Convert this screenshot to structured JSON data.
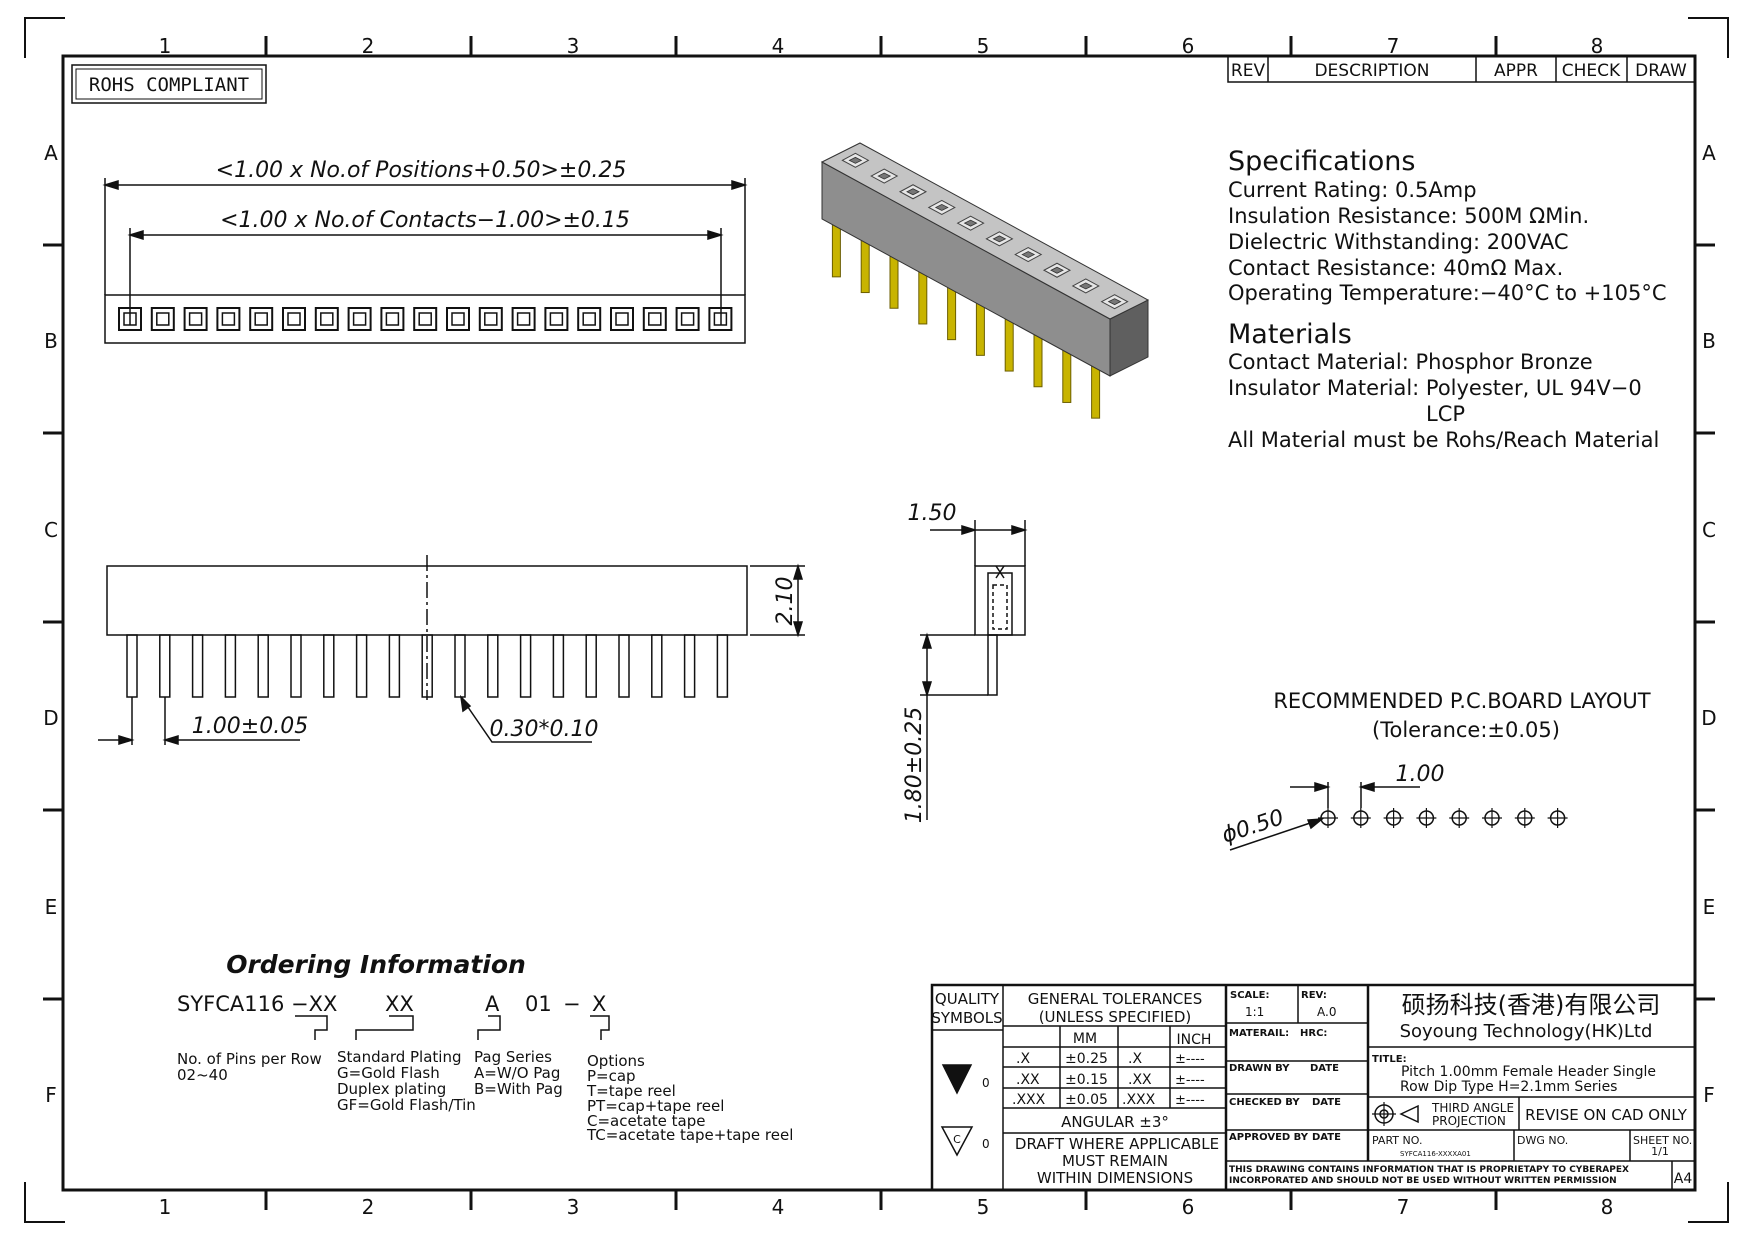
{
  "grid": {
    "columns": [
      "1",
      "2",
      "3",
      "4",
      "5",
      "6",
      "7",
      "8"
    ],
    "rows": [
      "A",
      "B",
      "C",
      "D",
      "E",
      "F"
    ]
  },
  "rohs": "ROHS COMPLIANT",
  "revision_table": {
    "rev": "REV",
    "description": "DESCRIPTION",
    "appr": "APPR",
    "check": "CHECK",
    "draw": "DRAW"
  },
  "dims": {
    "overall_length": "<1.00 x No.of Positions+0.50>±0.25",
    "contact_span": "<1.00 x No.of Contacts−1.00>±0.15",
    "pitch": "1.00±0.05",
    "pin_size": "0.30*0.10",
    "height": "2.10",
    "width": "1.50",
    "pin_length": "1.80±0.25",
    "pcb_pitch": "1.00",
    "hole_dia": "ϕ0.50"
  },
  "specs": {
    "title": "Specifications",
    "lines": [
      "Current Rating:   0.5Amp",
      "Insulation Resistance:   500M ΩMin.",
      "Dielectric Withstanding:   200VAC",
      "Contact Resistance:   40mΩ Max.",
      "Operating Temperature:−40°C to +105°C"
    ]
  },
  "materials": {
    "title": "Materials",
    "contact": "Contact Material: Phosphor Bronze",
    "insulator": "Insulator Material: Polyester, UL 94V−0",
    "insulator_cont": "LCP",
    "note": "All Material must be Rohs/Reach Material"
  },
  "pcb_layout": {
    "title": "RECOMMENDED P.C.BOARD LAYOUT",
    "tolerance": "(Tolerance:±0.05)"
  },
  "ordering": {
    "title": "Ordering Information",
    "part_parts": [
      "SYFCA116",
      "−XX",
      "XX",
      "A",
      "01",
      "−",
      "X"
    ],
    "groups": [
      {
        "lines": [
          "No. of Pins per Row",
          "02~40"
        ]
      },
      {
        "lines": [
          "Standard Plating",
          "G=Gold Flash",
          "Duplex plating",
          "GF=Gold Flash/Tin"
        ]
      },
      {
        "lines": [
          "Pag Series",
          "A=W/O Pag",
          "B=With Pag"
        ]
      },
      {
        "lines": [
          "Options",
          "P=cap",
          "T=tape reel",
          "PT=cap+tape reel",
          "C=acetate tape",
          "TC=acetate tape+tape reel"
        ]
      }
    ]
  },
  "title_block": {
    "quality_symbols": [
      "QUALITY",
      "SYMBOLS"
    ],
    "symbol_a": "0",
    "symbol_b_mark": "C",
    "symbol_b": "0",
    "general_tolerances": [
      "GENERAL TOLERANCES",
      "(UNLESS SPECIFIED)"
    ],
    "mm": "MM",
    "inch": "INCH",
    "tol_rows": [
      {
        "dec": ".X",
        "mm": "±0.25",
        "idec": ".X",
        "inch": "±----"
      },
      {
        "dec": ".XX",
        "mm": "±0.15",
        "idec": ".XX",
        "inch": "±----"
      },
      {
        "dec": ".XXX",
        "mm": "±0.05",
        "idec": ".XXX",
        "inch": "±----"
      }
    ],
    "angular": "ANGULAR ±3°",
    "draft": [
      "DRAFT WHERE APPLICABLE",
      "MUST REMAIN",
      "WITHIN DIMENSIONS"
    ],
    "scale_label": "SCALE:",
    "scale": "1:1",
    "rev_label": "REV:",
    "rev": "A.0",
    "material_label": "MATERAIL:",
    "hrc_label": "HRC:",
    "drawn_by": "DRAWN BY",
    "checked_by": "CHECKED BY",
    "approved_by": "APPROVED BY",
    "date": "DATE",
    "company_cn": "硕扬科技(香港)有限公司",
    "company_en": "Soyoung Technology(HK)Ltd",
    "title_label": "TITLE:",
    "title_lines": [
      "Pitch 1.00mm Female Header Single",
      "Row Dip Type H=2.1mm Series"
    ],
    "projection": [
      "THIRD ANGLE",
      "PROJECTION"
    ],
    "revise": "REVISE ON CAD ONLY",
    "part_no_label": "PART NO.",
    "part_no": "SYFCA116-XXXXA01",
    "dwg_no_label": "DWG NO.",
    "sheet_no_label": "SHEET NO.",
    "sheet_no": "1/1",
    "notice": [
      "THIS DRAWING CONTAINS INFORMATION THAT IS PROPRIETAPY TO CYBERAPEX",
      "INCORPORATED AND SHOULD NOT BE USED WITHOUT WRITTEN PERMISSION"
    ],
    "size": "A4"
  },
  "colors": {
    "line": "#111111",
    "body": "#8e8e8e",
    "body_dark": "#5f5f5f",
    "body_light": "#c4c4c4",
    "pin": "#c8b400"
  }
}
